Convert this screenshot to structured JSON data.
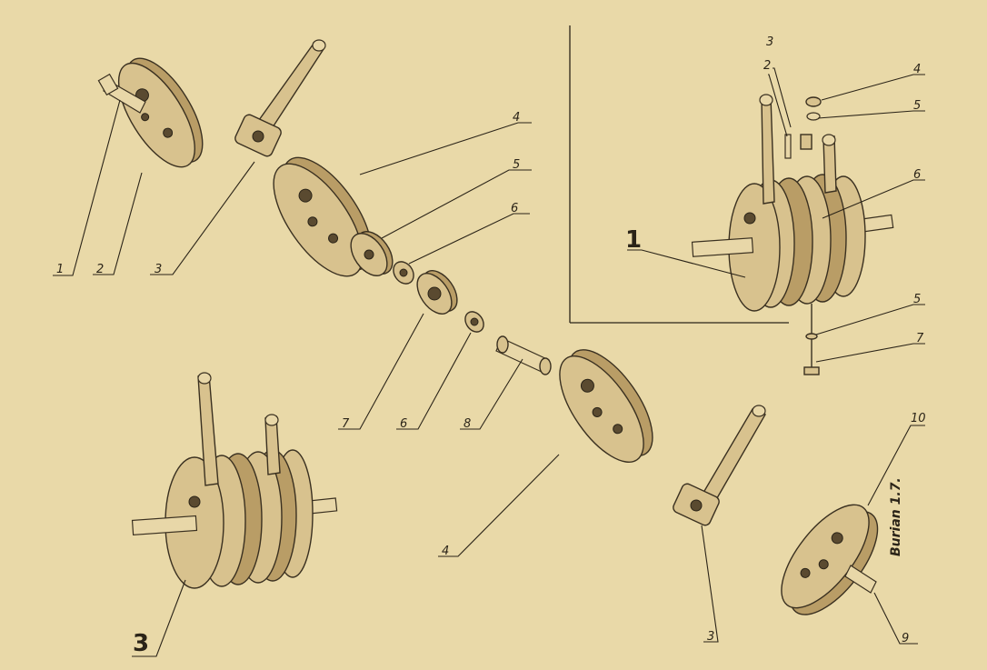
{
  "labels": {
    "topleft_1": "1",
    "topleft_2": "2",
    "topleft_3": "3",
    "center_4": "4",
    "center_5": "5",
    "center_6_top": "6",
    "center_7": "7",
    "center_6_bottom": "6",
    "center_8": "8",
    "center_4_bottom": "4",
    "right_3": "3",
    "right_2": "2",
    "right_4": "4",
    "right_5_top": "5",
    "right_6": "6",
    "right_5_bottom": "5",
    "right_7": "7",
    "bottomright_3": "3",
    "bottomright_10": "10",
    "bottomright_9": "9"
  },
  "figures": {
    "figure_1": "1",
    "figure_3": "3"
  },
  "signature": "Burian 1.7."
}
